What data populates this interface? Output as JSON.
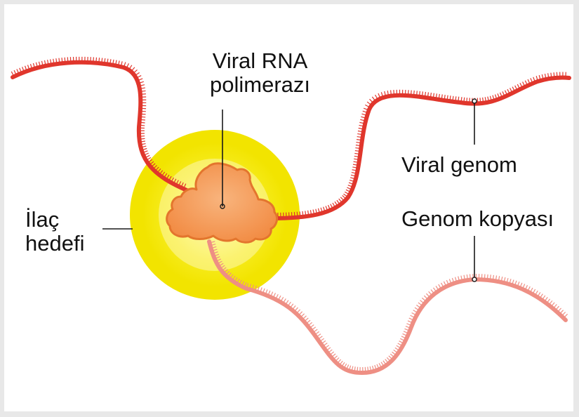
{
  "labels": {
    "polymerase_line1": "Viral RNA",
    "polymerase_line2": "polimerazı",
    "drug_target_line1": "İlaç",
    "drug_target_line2": "hedefi",
    "viral_genome": "Viral genom",
    "genome_copy": "Genom kopyası"
  },
  "colors": {
    "viral_genome_strand": "#e0362c",
    "genome_copy_strand": "#ee8f84",
    "drug_target_glow": "#f5ea00",
    "polymerase": "#f39a55",
    "polymerase_outline": "#e3752d",
    "leader_line": "#1a1a1a",
    "frame_border": "#e8e8e8",
    "background": "#ffffff"
  },
  "icons": {
    "polymerase": "polymerase-enzyme-blob",
    "drug_target": "drug-target-glow-circle"
  }
}
